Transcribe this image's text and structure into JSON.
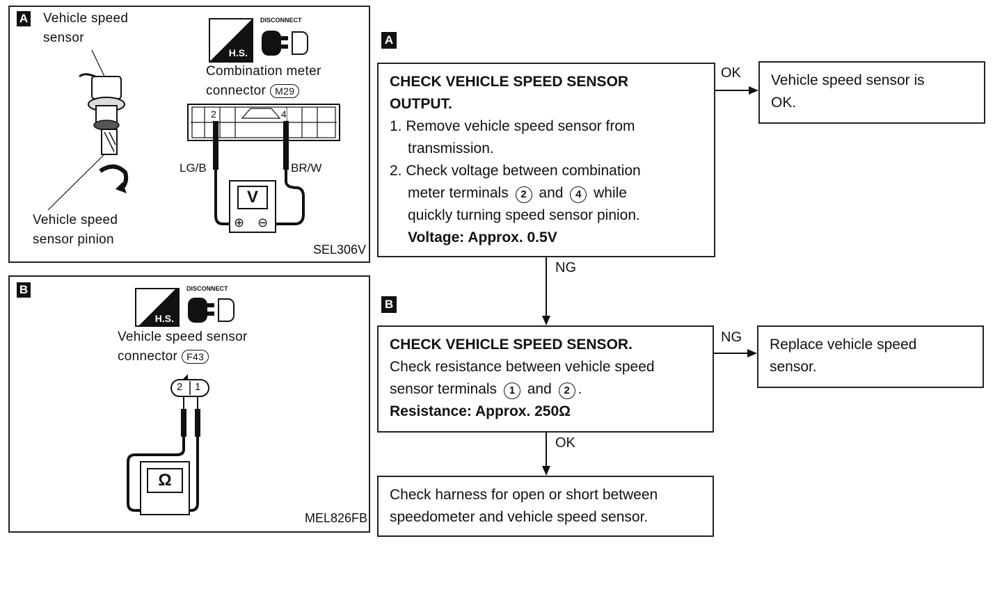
{
  "panel_a": {
    "tag": "A",
    "sensor_label_1": "Vehicle speed",
    "sensor_label_2": "sensor",
    "pinion_label_1": "Vehicle speed",
    "pinion_label_2": "sensor pinion",
    "hs_label": "H.S.",
    "disconnect_label": "DISCONNECT",
    "connector_title_1": "Combination meter",
    "connector_title_2": "connector",
    "connector_code": "M29",
    "pin_left": "2",
    "pin_right": "4",
    "wire_left": "LG/B",
    "wire_right": "BR/W",
    "meter_symbol": "V",
    "plus": "⊕",
    "minus": "⊖",
    "figure_code": "SEL306V"
  },
  "panel_b": {
    "tag": "B",
    "hs_label": "H.S.",
    "disconnect_label": "DISCONNECT",
    "connector_title_1": "Vehicle speed sensor",
    "connector_title_2": "connector",
    "connector_code": "F43",
    "pin_left": "2",
    "pin_right": "1",
    "meter_symbol": "Ω",
    "figure_code": "MEL826FB"
  },
  "flow": {
    "tag_a": "A",
    "tag_b": "B",
    "box1": {
      "heading_1": "CHECK VEHICLE SPEED SENSOR",
      "heading_2": "OUTPUT.",
      "step1_a": "1. Remove vehicle speed sensor from",
      "step1_b": "transmission.",
      "step2_a": "2. Check voltage between combination",
      "step2_b_pre": "meter terminals",
      "step2_t1": "2",
      "step2_and": "and",
      "step2_t2": "4",
      "step2_b_post": "while",
      "step2_c": "quickly turning speed sensor pinion.",
      "spec": "Voltage: Approx. 0.5V"
    },
    "ok_box": {
      "line1": "Vehicle speed sensor is",
      "line2": "OK."
    },
    "box2": {
      "heading": "CHECK VEHICLE SPEED SENSOR.",
      "line1": "Check resistance between vehicle speed",
      "line2_pre": "sensor terminals",
      "t1": "1",
      "and": "and",
      "t2": "2",
      "line2_post": ".",
      "spec": "Resistance: Approx. 250Ω"
    },
    "replace_box": {
      "line1": "Replace vehicle speed",
      "line2": "sensor."
    },
    "final_box": {
      "line1": "Check harness for open or short between",
      "line2": "speedometer and vehicle speed sensor."
    },
    "edge_ok_1": "OK",
    "edge_ng_1": "NG",
    "edge_ng_2": "NG",
    "edge_ok_2": "OK"
  }
}
